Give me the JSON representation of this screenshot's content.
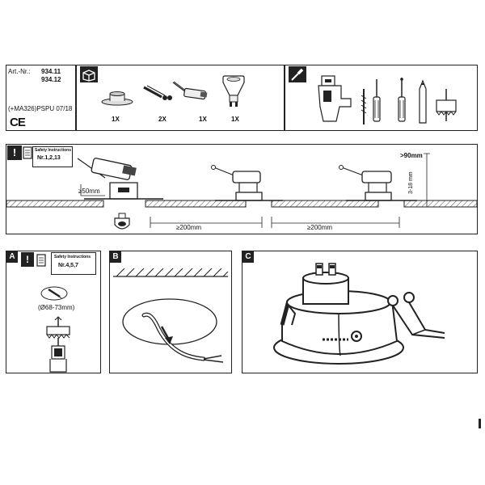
{
  "header": {
    "art_nr_label": "Art.-Nr.:",
    "art_nr_1": "934.11",
    "art_nr_2": "934.12",
    "code": "(+MA326)PSPU 07/18",
    "ce_mark": "CE"
  },
  "contents": {
    "icon": "box-icon",
    "items": [
      {
        "name": "recessed-housing",
        "qty": "1X"
      },
      {
        "name": "spring-clips",
        "qty": "2X"
      },
      {
        "name": "lamp-holder",
        "qty": "1X"
      },
      {
        "name": "gu10-bulb",
        "qty": "1X"
      }
    ]
  },
  "tools": {
    "icon": "screwdriver-icon",
    "items": [
      "drill",
      "drill-bit",
      "flat-screwdriver",
      "phillips-screwdriver",
      "pencil",
      "hole-saw"
    ]
  },
  "installation": {
    "safety_title": "Safety Instructions",
    "safety_nr": "Nr.1,2,13",
    "dim_clearance": "≥50mm",
    "dim_spacing_1": "≥200mm",
    "dim_spacing_2": "≥200mm",
    "dim_depth": ">90mm",
    "dim_ceiling": "3-18 mm"
  },
  "panel_a": {
    "label": "A",
    "safety_title": "Safety Instructions",
    "safety_nr": "Nr.4,5,7",
    "hole_size": "(Ø68-73mm)"
  },
  "panel_b": {
    "label": "B"
  },
  "panel_c": {
    "label": "C"
  },
  "colors": {
    "line": "#222222",
    "fill_dark": "#2a2a2a",
    "fill_mid": "#8a8a8a",
    "fill_light": "#d8d8d8"
  }
}
